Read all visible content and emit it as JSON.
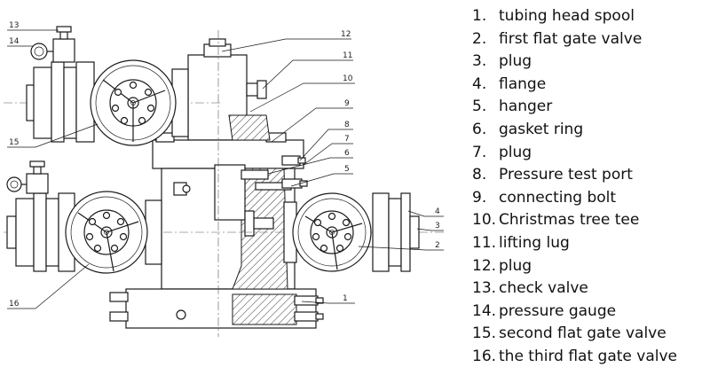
{
  "legend": {
    "items": [
      {
        "number": "1.",
        "label": "tubing head spool"
      },
      {
        "number": "2.",
        "label": "first flat gate valve"
      },
      {
        "number": "3.",
        "label": "plug"
      },
      {
        "number": "4.",
        "label": "flange"
      },
      {
        "number": "5.",
        "label": "hanger"
      },
      {
        "number": "6.",
        "label": "gasket ring"
      },
      {
        "number": "7.",
        "label": "plug"
      },
      {
        "number": "8.",
        "label": "Pressure test port"
      },
      {
        "number": "9.",
        "label": "connecting bolt"
      },
      {
        "number": "10.",
        "label": "Christmas tree tee"
      },
      {
        "number": "11.",
        "label": "lifting lug"
      },
      {
        "number": "12.",
        "label": "plug"
      },
      {
        "number": "13.",
        "label": "check valve"
      },
      {
        "number": "14.",
        "label": "pressure gauge"
      },
      {
        "number": "15.",
        "label": "second flat gate valve"
      },
      {
        "number": "16.",
        "label": "the third flat gate valve"
      }
    ]
  },
  "callouts": {
    "c1": "1",
    "c2": "2",
    "c3": "3",
    "c4": "4",
    "c5": "5",
    "c6": "6",
    "c7": "7",
    "c8": "8",
    "c9": "9",
    "c10": "10",
    "c11": "11",
    "c12": "12",
    "c13": "13",
    "c14": "14",
    "c15": "15",
    "c16": "16"
  }
}
